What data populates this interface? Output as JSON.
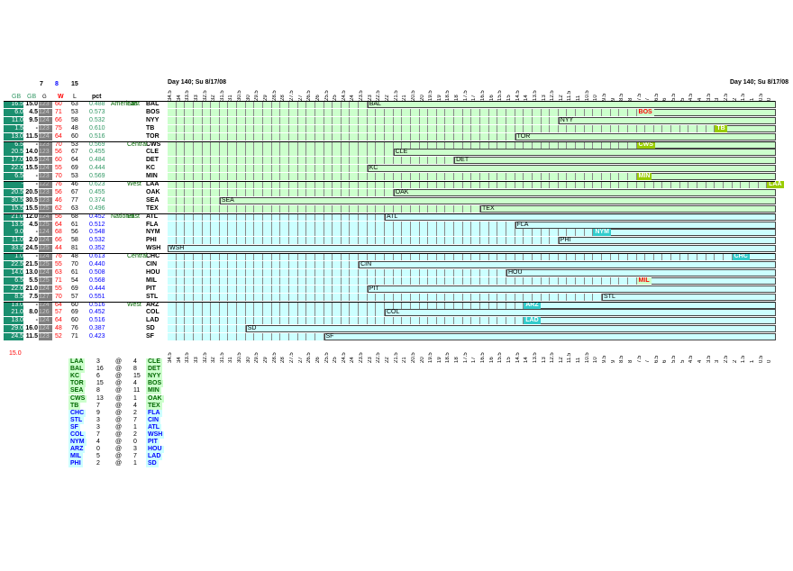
{
  "header": {
    "day_label_left": "Day 140; Su 8/17/08",
    "day_label_right": "Day 140; Su 8/17/08",
    "top_nums": [
      "7",
      "8",
      "15"
    ],
    "cols": {
      "gb1": "GB",
      "gb2": "GB",
      "g": "G",
      "w": "W",
      "l": "L",
      "pct": "pct"
    }
  },
  "ticks": [
    "34.5",
    "34",
    "33.5",
    "33",
    "32.5",
    "32",
    "31.5",
    "31",
    "30.5",
    "30",
    "29.5",
    "29",
    "28.5",
    "28",
    "27.5",
    "27",
    "26.5",
    "26",
    "25.5",
    "25",
    "24.5",
    "24",
    "23.5",
    "23",
    "22.5",
    "22",
    "21.5",
    "21",
    "20.5",
    "20",
    "19.5",
    "19",
    "18.5",
    "18",
    "17.5",
    "17",
    "16.5",
    "16",
    "15.5",
    "15",
    "14.5",
    "14",
    "13.5",
    "13",
    "12.5",
    "12",
    "11.5",
    "11",
    "10.5",
    "10",
    "9.5",
    "9",
    "8.5",
    "8",
    "7.5",
    "7",
    "6.5",
    "6",
    "5.5",
    "5",
    "4.5",
    "4",
    "3.5",
    "3",
    "2.5",
    "2",
    "1.5",
    "1",
    "0.5",
    "0"
  ],
  "divisions": [
    {
      "label": "American",
      "sub": "East",
      "rows": [
        0,
        1,
        2,
        3,
        4
      ]
    },
    {
      "label": "",
      "sub": "Central",
      "rows": [
        5,
        6,
        7,
        8,
        9
      ]
    },
    {
      "label": "",
      "sub": "West",
      "rows": [
        10,
        11,
        12,
        13
      ]
    },
    {
      "label": "National",
      "sub": "East",
      "rows": [
        14,
        15,
        16,
        17,
        18
      ]
    },
    {
      "label": "",
      "sub": "Central",
      "rows": [
        19,
        20,
        21,
        22,
        23,
        24
      ]
    },
    {
      "label": "",
      "sub": "West",
      "rows": [
        25,
        26,
        27,
        28,
        29
      ]
    }
  ],
  "teams": [
    {
      "gb1": "16.5",
      "gb2": "15.0",
      "g": "123",
      "w": "60",
      "l": "63",
      "pct": "0.488",
      "team": "BAL",
      "end": 23
    },
    {
      "gb1": "6.0",
      "gb2": "4.5",
      "g": "124",
      "w": "71",
      "l": "53",
      "pct": "0.573",
      "team": "BOS",
      "end": 7.5,
      "tag": "BOS"
    },
    {
      "gb1": "11.0",
      "gb2": "9.5",
      "g": "124",
      "w": "66",
      "l": "58",
      "pct": "0.532",
      "team": "NYY",
      "end": 12
    },
    {
      "gb1": "1.5",
      "gb2": "-",
      "g": "123",
      "w": "75",
      "l": "48",
      "pct": "0.610",
      "team": "TB",
      "end": 3,
      "tag": "TB"
    },
    {
      "gb1": "13.0",
      "gb2": "11.5",
      "g": "124",
      "w": "64",
      "l": "60",
      "pct": "0.516",
      "team": "TOR",
      "end": 14.5
    },
    {
      "gb1": "6.5",
      "gb2": "-",
      "g": "123",
      "w": "70",
      "l": "53",
      "pct": "0.569",
      "team": "CWS",
      "end": 7.5,
      "tag": "CWS"
    },
    {
      "gb1": "20.5",
      "gb2": "14.0",
      "g": "123",
      "w": "56",
      "l": "67",
      "pct": "0.455",
      "team": "CLE",
      "end": 21.5
    },
    {
      "gb1": "17.0",
      "gb2": "10.5",
      "g": "124",
      "w": "60",
      "l": "64",
      "pct": "0.484",
      "team": "DET",
      "end": 18
    },
    {
      "gb1": "22.0",
      "gb2": "15.5",
      "g": "124",
      "w": "55",
      "l": "69",
      "pct": "0.444",
      "team": "KC",
      "end": 23
    },
    {
      "gb1": "6.5",
      "gb2": "-",
      "g": "123",
      "w": "70",
      "l": "53",
      "pct": "0.569",
      "team": "MIN",
      "end": 7.5,
      "tag": "MIN"
    },
    {
      "gb1": "-",
      "gb2": "-",
      "g": "122",
      "w": "76",
      "l": "46",
      "pct": "0.623",
      "team": "LAA",
      "end": 0,
      "tag": "LAA"
    },
    {
      "gb1": "20.5",
      "gb2": "20.5",
      "g": "123",
      "w": "56",
      "l": "67",
      "pct": "0.455",
      "team": "OAK",
      "end": 21.5
    },
    {
      "gb1": "30.5",
      "gb2": "30.5",
      "g": "123",
      "w": "46",
      "l": "77",
      "pct": "0.374",
      "team": "SEA",
      "end": 31.5
    },
    {
      "gb1": "15.5",
      "gb2": "15.5",
      "g": "125",
      "w": "62",
      "l": "63",
      "pct": "0.496",
      "team": "TEX",
      "end": 16.5
    },
    {
      "gb1": "21.0",
      "gb2": "12.0",
      "g": "124",
      "w": "56",
      "l": "68",
      "pct": "0.452",
      "team": "ATL",
      "end": 22
    },
    {
      "gb1": "13.5",
      "gb2": "4.5",
      "g": "125",
      "w": "64",
      "l": "61",
      "pct": "0.512",
      "team": "FLA",
      "end": 14.5
    },
    {
      "gb1": "9.0",
      "gb2": "-",
      "g": "124",
      "w": "68",
      "l": "56",
      "pct": "0.548",
      "team": "NYM",
      "end": 10,
      "tag": "NYM"
    },
    {
      "gb1": "11.0",
      "gb2": "2.0",
      "g": "124",
      "w": "66",
      "l": "58",
      "pct": "0.532",
      "team": "PHI",
      "end": 12
    },
    {
      "gb1": "33.5",
      "gb2": "24.5",
      "g": "125",
      "w": "44",
      "l": "81",
      "pct": "0.352",
      "team": "WSH",
      "end": 34.5
    },
    {
      "gb1": "1.0",
      "gb2": "-",
      "g": "124",
      "w": "76",
      "l": "48",
      "pct": "0.613",
      "team": "CHC",
      "end": 2,
      "tag": "CHC"
    },
    {
      "gb1": "22.5",
      "gb2": "21.5",
      "g": "125",
      "w": "55",
      "l": "70",
      "pct": "0.440",
      "team": "CIN",
      "end": 23.5
    },
    {
      "gb1": "14.0",
      "gb2": "13.0",
      "g": "124",
      "w": "63",
      "l": "61",
      "pct": "0.508",
      "team": "HOU",
      "end": 15
    },
    {
      "gb1": "6.5",
      "gb2": "5.5",
      "g": "125",
      "w": "71",
      "l": "54",
      "pct": "0.568",
      "team": "MIL",
      "end": 7.5,
      "tag": "MIL"
    },
    {
      "gb1": "22.0",
      "gb2": "21.0",
      "g": "124",
      "w": "55",
      "l": "69",
      "pct": "0.444",
      "team": "PIT",
      "end": 23
    },
    {
      "gb1": "8.5",
      "gb2": "7.5",
      "g": "127",
      "w": "70",
      "l": "57",
      "pct": "0.551",
      "team": "STL",
      "end": 9.5
    },
    {
      "gb1": "13.0",
      "gb2": "-",
      "g": "124",
      "w": "64",
      "l": "60",
      "pct": "0.516",
      "team": "ARZ",
      "end": 14,
      "tag": "ARZ"
    },
    {
      "gb1": "21.0",
      "gb2": "8.0",
      "g": "126",
      "w": "57",
      "l": "69",
      "pct": "0.452",
      "team": "COL",
      "end": 22
    },
    {
      "gb1": "13.0",
      "gb2": "-",
      "g": "124",
      "w": "64",
      "l": "60",
      "pct": "0.516",
      "team": "LAD",
      "end": 14,
      "tag": "LAD"
    },
    {
      "gb1": "29.0",
      "gb2": "16.0",
      "g": "124",
      "w": "48",
      "l": "76",
      "pct": "0.387",
      "team": "SD",
      "end": 30
    },
    {
      "gb1": "24.5",
      "gb2": "11.5",
      "g": "123",
      "w": "52",
      "l": "71",
      "pct": "0.423",
      "team": "SF",
      "end": 25.5
    }
  ],
  "footer_value": "15.0",
  "schedule": [
    {
      "away": "LAA",
      "as": "3",
      "at": "@",
      "hs": "4",
      "home": "CLE",
      "al": "al",
      "hl": "al"
    },
    {
      "away": "BAL",
      "as": "16",
      "at": "@",
      "hs": "8",
      "home": "DET",
      "al": "al",
      "hl": "al"
    },
    {
      "away": "KC",
      "as": "6",
      "at": "@",
      "hs": "15",
      "home": "NYY",
      "al": "al",
      "hl": "al"
    },
    {
      "away": "TOR",
      "as": "15",
      "at": "@",
      "hs": "4",
      "home": "BOS",
      "al": "al",
      "hl": "al"
    },
    {
      "away": "SEA",
      "as": "8",
      "at": "@",
      "hs": "11",
      "home": "MIN",
      "al": "al",
      "hl": "al"
    },
    {
      "away": "CWS",
      "as": "13",
      "at": "@",
      "hs": "1",
      "home": "OAK",
      "al": "al",
      "hl": "al"
    },
    {
      "away": "TB",
      "as": "7",
      "at": "@",
      "hs": "4",
      "home": "TEX",
      "al": "al",
      "hl": "al"
    },
    {
      "away": "CHC",
      "as": "9",
      "at": "@",
      "hs": "2",
      "home": "FLA",
      "al": "nl",
      "hl": "nl"
    },
    {
      "away": "STL",
      "as": "3",
      "at": "@",
      "hs": "7",
      "home": "CIN",
      "al": "nl",
      "hl": "nl"
    },
    {
      "away": "SF",
      "as": "3",
      "at": "@",
      "hs": "1",
      "home": "ATL",
      "al": "nl",
      "hl": "nl"
    },
    {
      "away": "COL",
      "as": "7",
      "at": "@",
      "hs": "2",
      "home": "WSH",
      "al": "nl",
      "hl": "nl"
    },
    {
      "away": "NYM",
      "as": "4",
      "at": "@",
      "hs": "0",
      "home": "PIT",
      "al": "nl",
      "hl": "nl"
    },
    {
      "away": "ARZ",
      "as": "0",
      "at": "@",
      "hs": "3",
      "home": "HOU",
      "al": "nl",
      "hl": "nl"
    },
    {
      "away": "MIL",
      "as": "5",
      "at": "@",
      "hs": "7",
      "home": "LAD",
      "al": "nl",
      "hl": "nl"
    },
    {
      "away": "PHI",
      "as": "2",
      "at": "@",
      "hs": "1",
      "home": "SD",
      "al": "nl",
      "hl": "nl"
    }
  ],
  "colors": {
    "al_cell": "#ccffcc",
    "nl_cell": "#ccffff",
    "leader_al": "#99cc00",
    "leader_nl": "#33cccc",
    "leader_tag_red": "#ff0000",
    "g_bg": "#808080",
    "gb_bg": "#1a8f6f",
    "blue_text": "#0000ff",
    "red_text": "#ff0000",
    "green_text": "#339966"
  }
}
